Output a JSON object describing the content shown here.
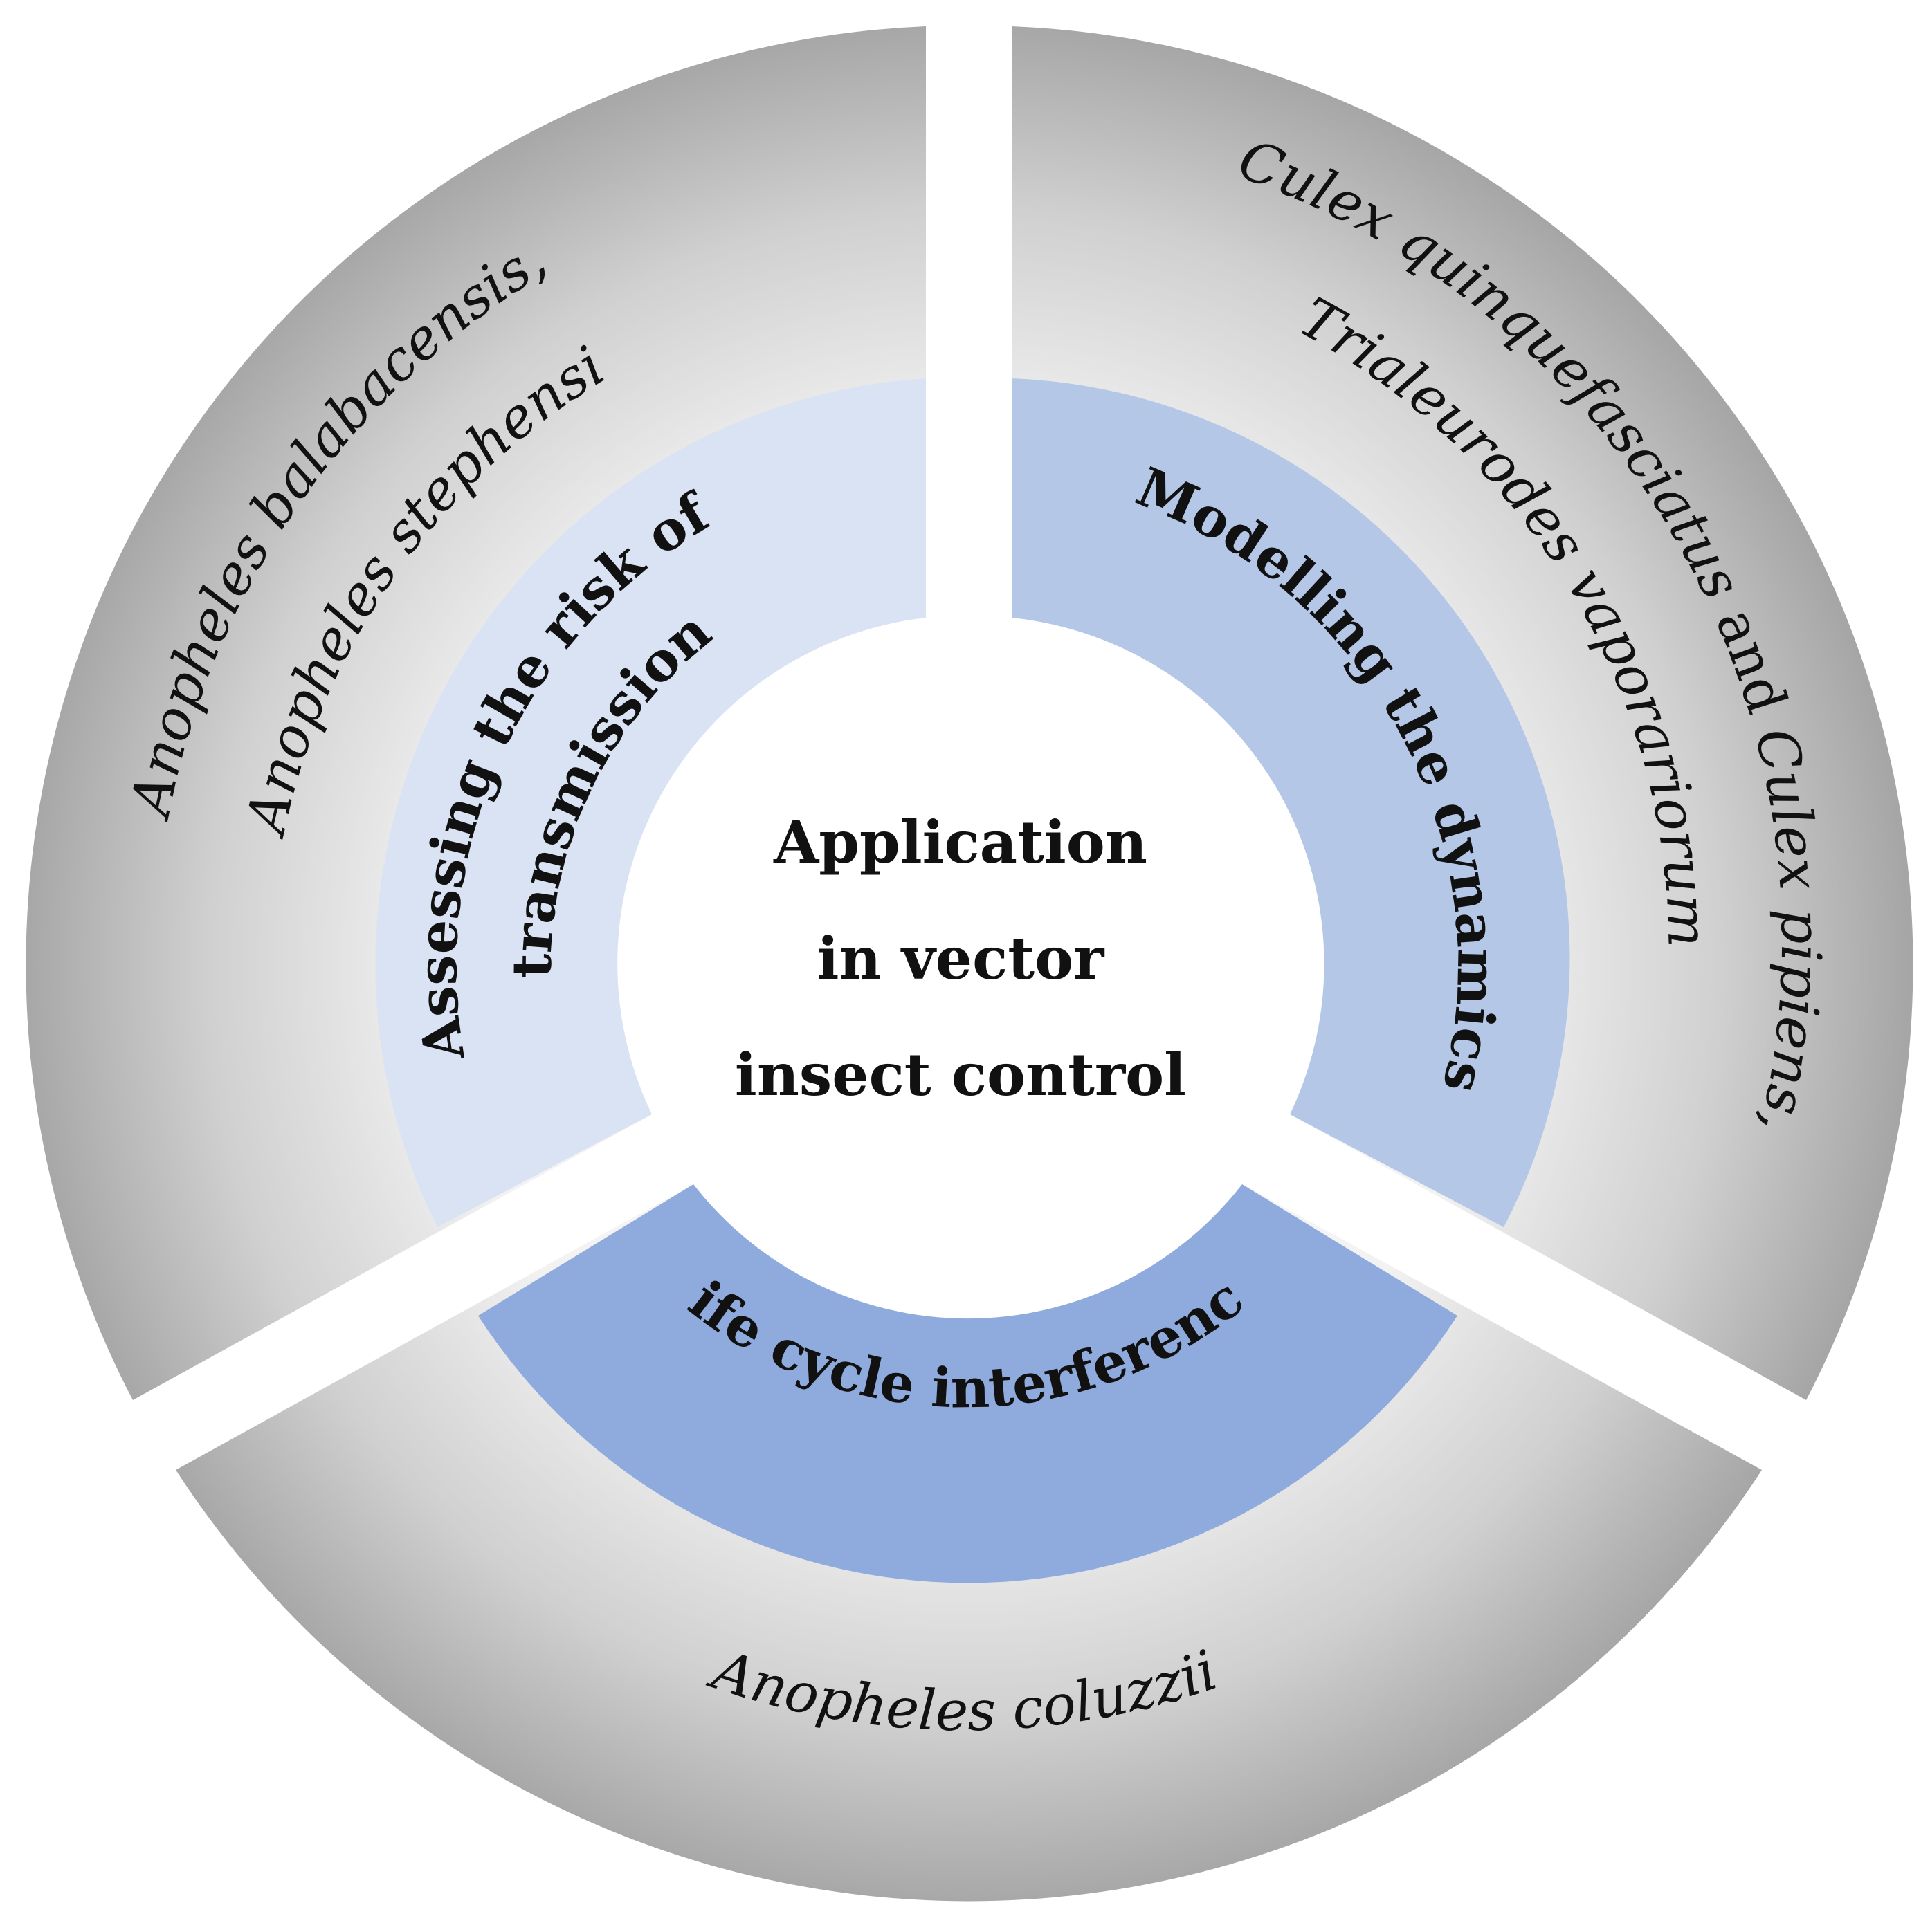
{
  "center": {
    "lines": [
      "Application",
      "in vector",
      "insect control"
    ]
  },
  "segments": [
    {
      "id": "left",
      "inner_color": "#dae3f3",
      "inner_lines": [
        "Assessing the risk of",
        "transmission"
      ],
      "outer_lines": [
        [
          {
            "text": "Anopheles balabacensis,",
            "italic": true
          }
        ],
        [
          {
            "text": "Anopheles stephensi",
            "italic": true
          }
        ]
      ]
    },
    {
      "id": "right",
      "inner_color": "#b4c7e7",
      "inner_lines": [
        "Modelling the dynamics"
      ],
      "outer_lines": [
        [
          {
            "text": "Culex quinquefasciatus",
            "italic": true
          },
          {
            "text": " and ",
            "italic": false
          },
          {
            "text": "Culex pipiens,",
            "italic": true
          }
        ],
        [
          {
            "text": "Trialeurodes vaporariorum",
            "italic": true
          }
        ]
      ]
    },
    {
      "id": "bottom",
      "inner_color": "#8faadc",
      "inner_lines": [
        "Life cycle interference"
      ],
      "outer_lines": [
        [
          {
            "text": "Anopheles coluzzii",
            "italic": true
          }
        ]
      ]
    }
  ]
}
